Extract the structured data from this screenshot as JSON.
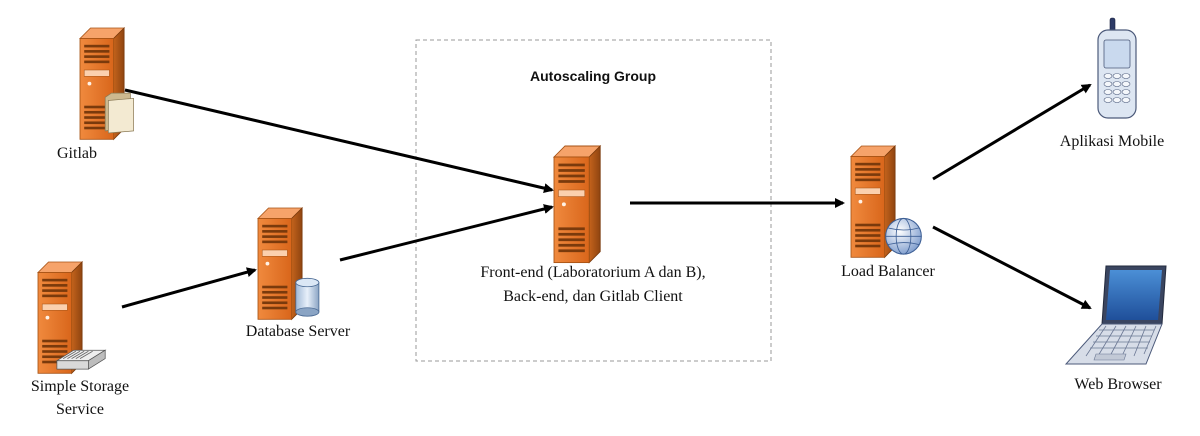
{
  "group": {
    "title": "Autoscaling Group"
  },
  "nodes": {
    "gitlab": {
      "label": "Gitlab",
      "icon": "server-folder-icon"
    },
    "storage": {
      "label_line1": "Simple Storage",
      "label_line2": "Service",
      "icon": "server-storage-icon"
    },
    "database": {
      "label": "Database Server",
      "icon": "server-database-icon"
    },
    "app": {
      "label_line1": "Front-end (Laboratorium A dan B),",
      "label_line2": "Back-end, dan Gitlab Client",
      "icon": "server-icon"
    },
    "balancer": {
      "label": "Load Balancer",
      "icon": "server-globe-icon"
    },
    "mobile": {
      "label": "Aplikasi Mobile",
      "icon": "mobile-phone-icon"
    },
    "browser": {
      "label": "Web Browser",
      "icon": "laptop-icon"
    }
  },
  "colors": {
    "server_front": "#e8782a",
    "server_side": "#b85a16",
    "server_top": "#f6a36a",
    "arrow": "#000000",
    "group_border": "#9a9a9a"
  }
}
